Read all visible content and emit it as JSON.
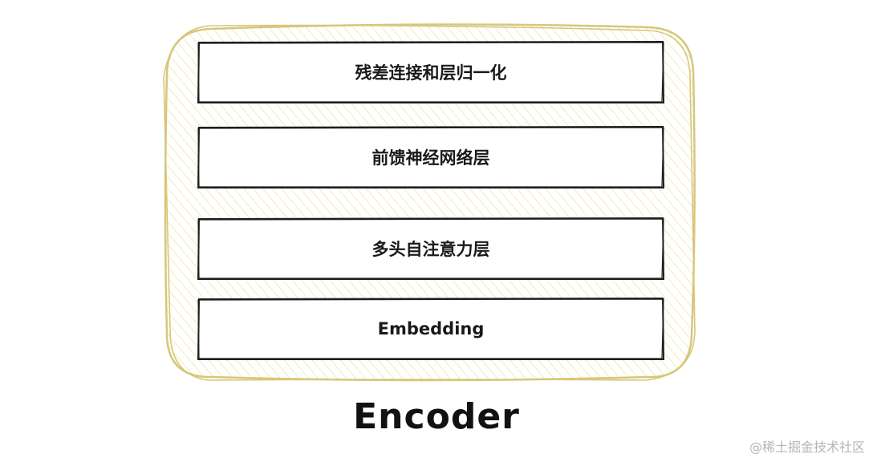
{
  "diagram": {
    "title": "Encoder",
    "layers": [
      {
        "id": "layernorm",
        "label": "残差连接和层归一化"
      },
      {
        "id": "ffn",
        "label": "前馈神经网络层"
      },
      {
        "id": "mha",
        "label": "多头自注意力层"
      },
      {
        "id": "embedding",
        "label": "Embedding"
      }
    ],
    "colors": {
      "container_stroke": "#d6c77a",
      "container_hatch": "#f3ecbd",
      "layer_stroke": "#1e1e1e",
      "layer_fill": "#ffffff",
      "title": "#111111"
    }
  },
  "watermark": "@稀土掘金技术社区"
}
